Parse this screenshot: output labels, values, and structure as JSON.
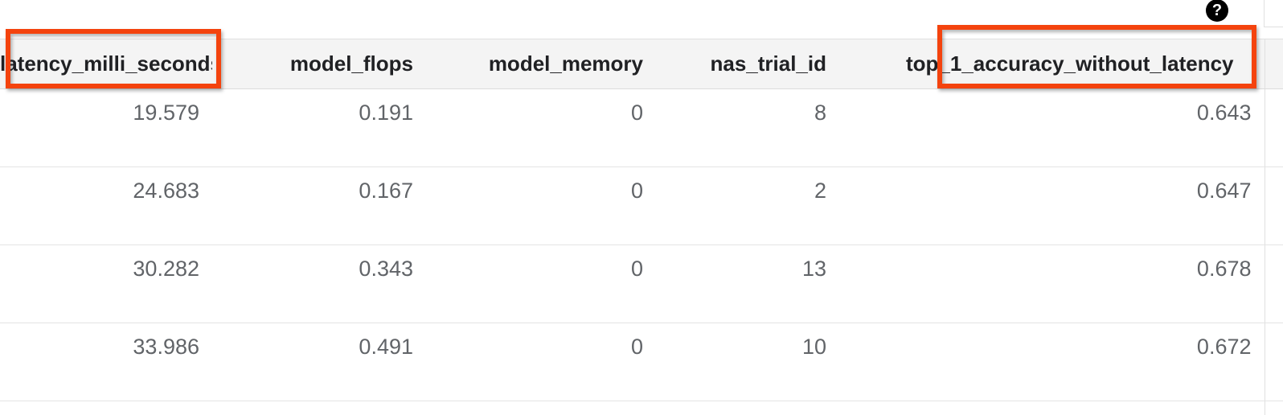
{
  "help_icon": {
    "glyph": "?"
  },
  "table": {
    "headers": [
      "latency_milli_seconds",
      "model_flops",
      "model_memory",
      "nas_trial_id",
      "top_1_accuracy_without_latency"
    ],
    "rows": [
      [
        "19.579",
        "0.191",
        "0",
        "8",
        "0.643"
      ],
      [
        "24.683",
        "0.167",
        "0",
        "2",
        "0.647"
      ],
      [
        "30.282",
        "0.343",
        "0",
        "13",
        "0.678"
      ],
      [
        "33.986",
        "0.491",
        "0",
        "10",
        "0.672"
      ]
    ]
  },
  "annotations": {
    "highlighted_columns": [
      "latency_milli_seconds",
      "top_1_accuracy_without_latency"
    ],
    "highlight_color": "#f4430e"
  },
  "colors": {
    "header_background": "#f4f4f4",
    "header_text": "#202124",
    "cell_text": "#616468",
    "row_border": "#e4e4e4",
    "help_icon_background": "#000000"
  }
}
